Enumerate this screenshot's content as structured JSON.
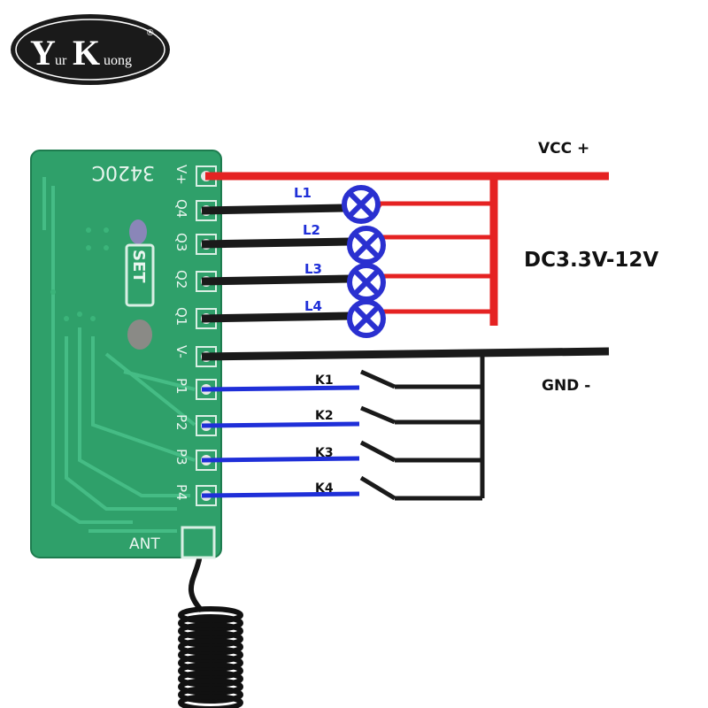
{
  "logo": {
    "text_main_y": "Y",
    "text_sub_ur": "ur",
    "text_main_k": "K",
    "text_sub_uong": "uong",
    "registered_mark": "®"
  },
  "board": {
    "model_text": "3420C",
    "set_label": "SET",
    "ant_label": "ANT",
    "pins": [
      "V+",
      "Q4",
      "Q3",
      "Q2",
      "Q1",
      "V-",
      "P1",
      "P2",
      "P3",
      "P4"
    ],
    "board_color": "#2fa06a"
  },
  "lamps": [
    "L1",
    "L2",
    "L3",
    "L4"
  ],
  "switches": [
    "K1",
    "K2",
    "K3",
    "K4"
  ],
  "power": {
    "vcc_label": "VCC +",
    "gnd_label": "GND -",
    "voltage_label": "DC3.3V-12V"
  },
  "colors": {
    "positive_wire": "#e52222",
    "negative_wire": "#1a1a1a",
    "input_wire": "#1f2fd8",
    "lamp": "#2a30d0"
  }
}
